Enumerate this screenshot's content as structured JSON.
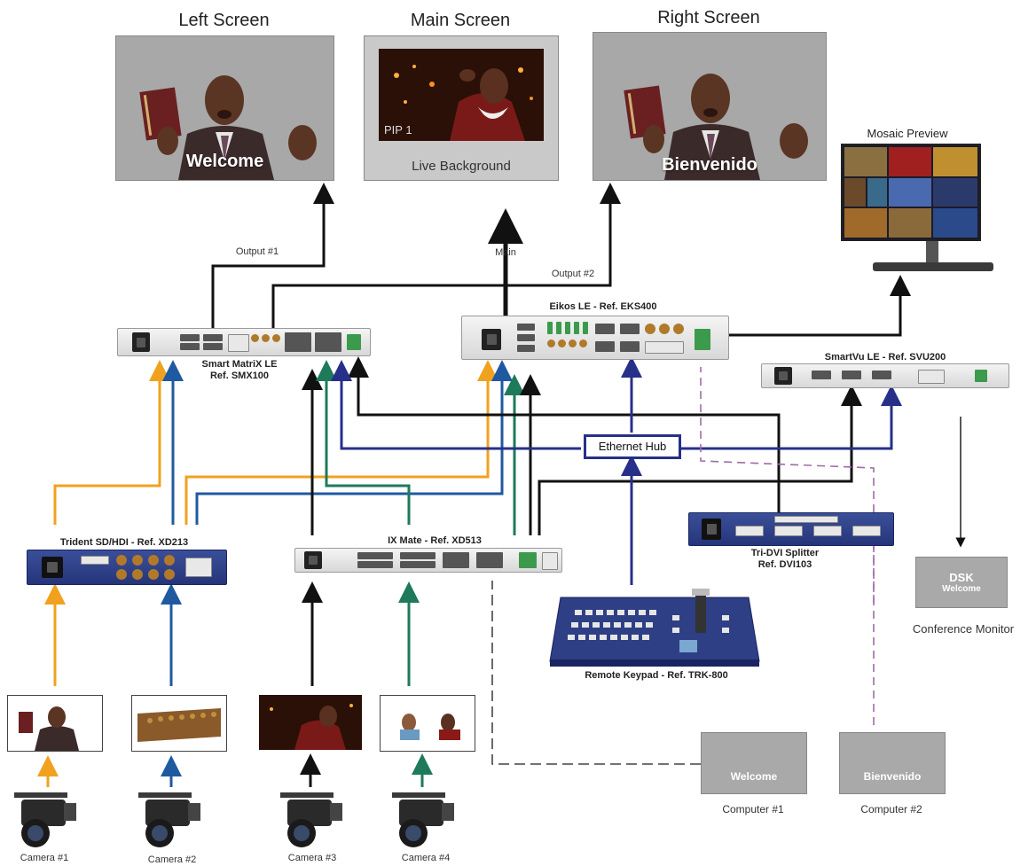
{
  "screens": {
    "left": {
      "title": "Left Screen",
      "overlay": "Welcome"
    },
    "main": {
      "title": "Main Screen",
      "pip_label": "PIP 1",
      "caption": "Live Background"
    },
    "right": {
      "title": "Right Screen",
      "overlay": "Bienvenido"
    }
  },
  "mosaic": {
    "title": "Mosaic Preview"
  },
  "connections": {
    "output1": "Output #1",
    "output2": "Output #2",
    "main": "Main"
  },
  "devices": {
    "smartmatrix": {
      "line1": "Smart MatriX LE",
      "line2": "Ref. SMX100"
    },
    "eikos": {
      "label": "Eikos LE - Ref. EKS400"
    },
    "smartvu": {
      "label": "SmartVu LE - Ref. SVU200"
    },
    "ethernet_hub": {
      "label": "Ethernet Hub"
    },
    "trident": {
      "label": "Trident SD/HDI - Ref. XD213"
    },
    "ixmate": {
      "label": "IX Mate - Ref. XD513"
    },
    "tridvi": {
      "line1": "Tri-DVI Splitter",
      "line2": "Ref. DVI103"
    },
    "keypad": {
      "label": "Remote Keypad - Ref. TRK-800"
    }
  },
  "conference": {
    "line1": "DSK",
    "line2": "Welcome",
    "caption": "Conference Monitor"
  },
  "computers": [
    {
      "screen_text": "Welcome",
      "caption": "Computer #1"
    },
    {
      "screen_text": "Bienvenido",
      "caption": "Computer #2"
    }
  ],
  "cameras": [
    {
      "label": "Camera #1"
    },
    {
      "label": "Camera #2"
    },
    {
      "label": "Camera #3"
    },
    {
      "label": "Camera #4"
    }
  ],
  "colors": {
    "orange": "#f0a21f",
    "blue": "#1f5aa0",
    "green": "#1e7a5a",
    "black": "#111111",
    "purple": "#263088",
    "dashed_purple": "#a06aa8"
  }
}
